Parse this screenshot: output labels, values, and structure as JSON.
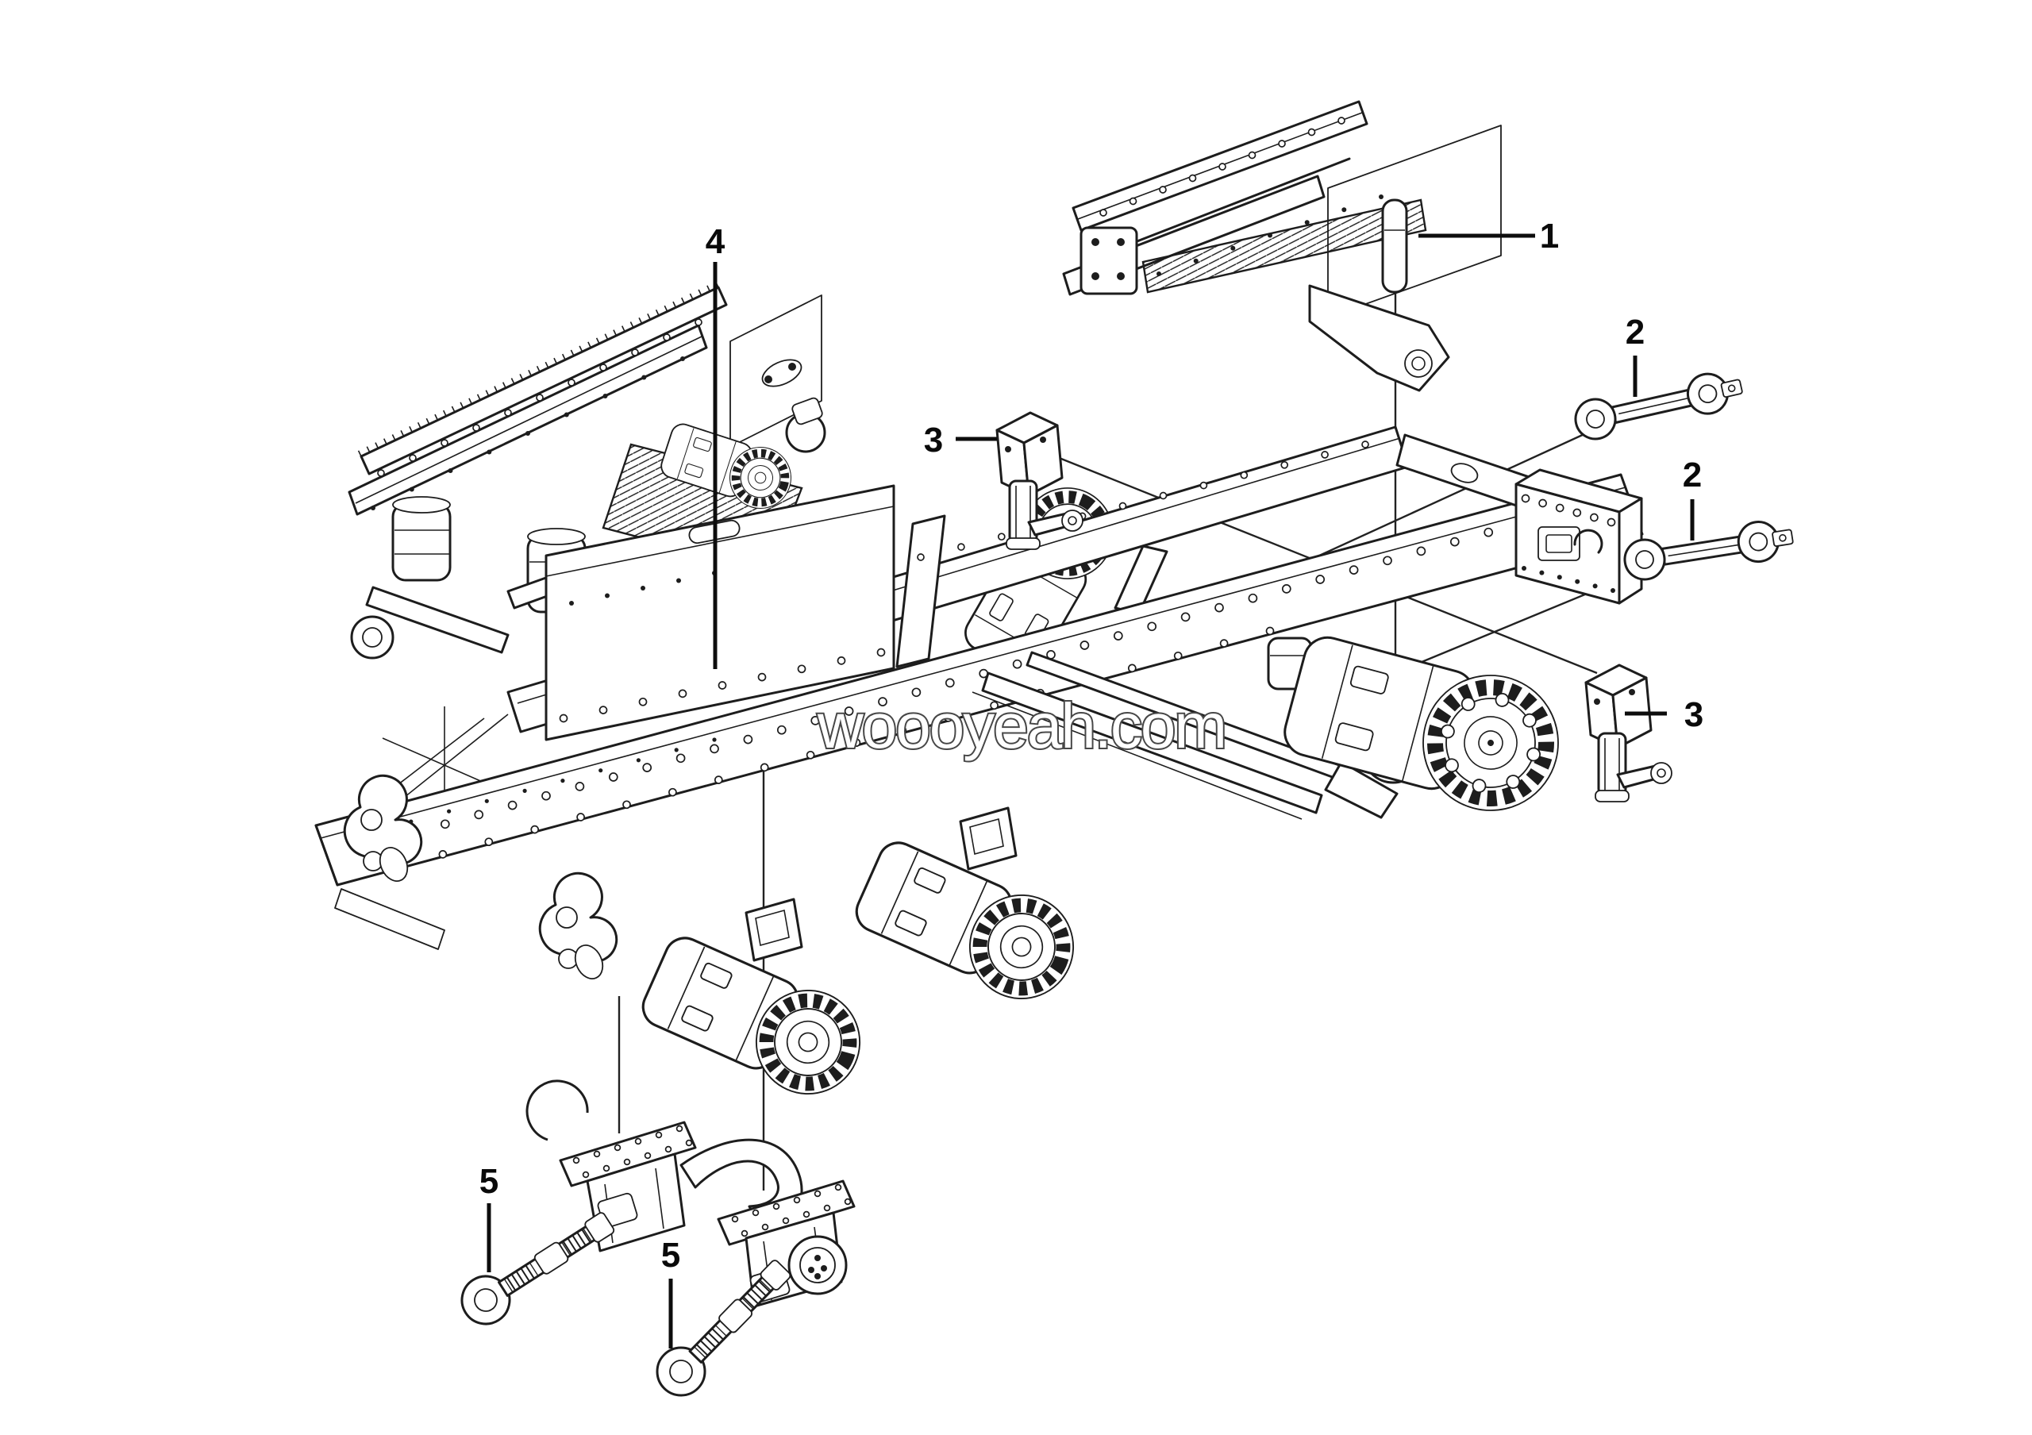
{
  "figure": {
    "watermark_text": "woooyeah.com",
    "background_color": "#ffffff",
    "line_color": "#1d1d1d",
    "callout_color": "#0a0a0a",
    "callouts": [
      {
        "id": "callout-1",
        "label": "1"
      },
      {
        "id": "callout-2a",
        "label": "2"
      },
      {
        "id": "callout-2b",
        "label": "2"
      },
      {
        "id": "callout-3a",
        "label": "3"
      },
      {
        "id": "callout-3b",
        "label": "3"
      },
      {
        "id": "callout-4",
        "label": "4"
      },
      {
        "id": "callout-5a",
        "label": "5"
      },
      {
        "id": "callout-5b",
        "label": "5"
      }
    ]
  }
}
